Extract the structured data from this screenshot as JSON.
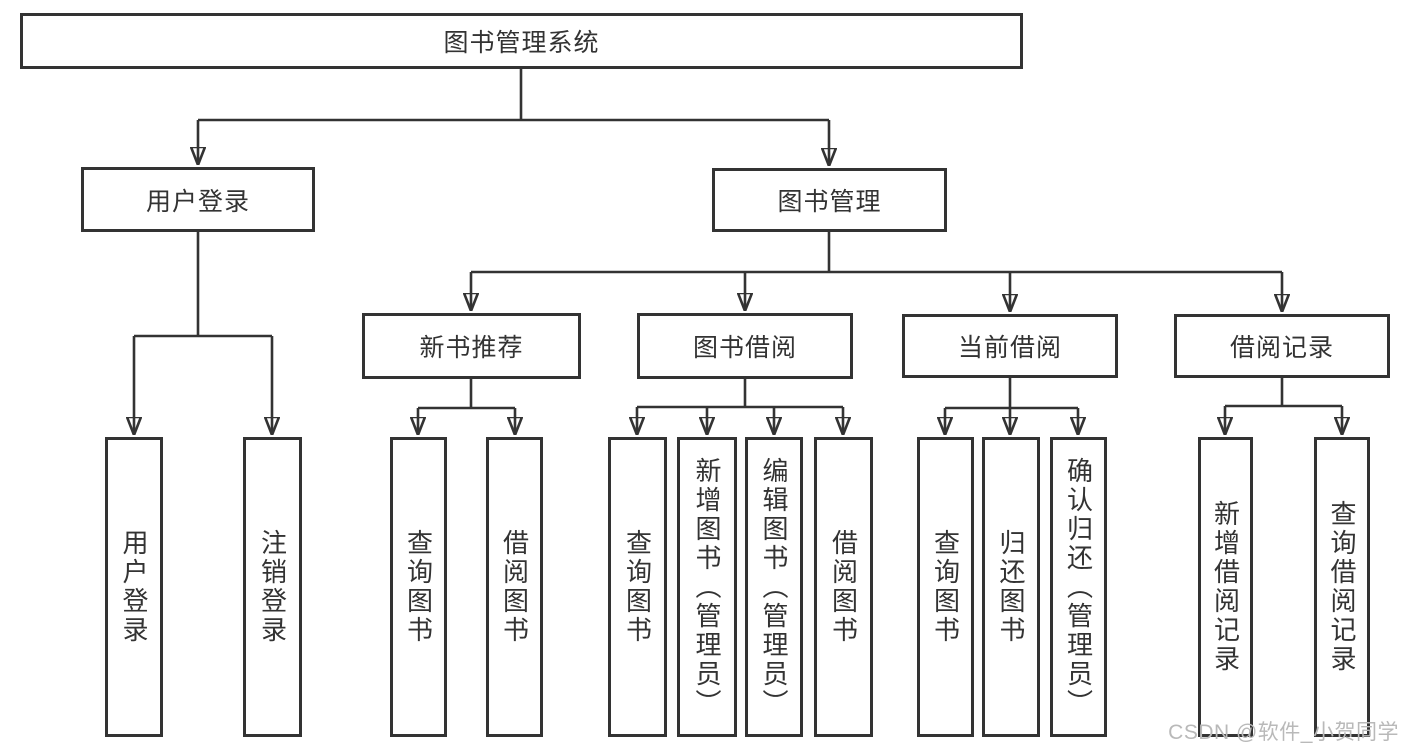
{
  "diagram": {
    "type": "hierarchy-tree",
    "root": {
      "label": "图书管理系统"
    },
    "level2": [
      {
        "label": "用户登录"
      },
      {
        "label": "图书管理"
      }
    ],
    "level3": [
      {
        "label": "新书推荐"
      },
      {
        "label": "图书借阅"
      },
      {
        "label": "当前借阅"
      },
      {
        "label": "借阅记录"
      }
    ],
    "leaves": {
      "user_login": [
        {
          "label": "用户登录"
        },
        {
          "label": "注销登录"
        }
      ],
      "new_book": [
        {
          "label": "查询图书"
        },
        {
          "label": "借阅图书"
        }
      ],
      "book_borrow": [
        {
          "label": "查询图书"
        },
        {
          "label": "新增图书（管理员）"
        },
        {
          "label": "编辑图书（管理员）"
        },
        {
          "label": "借阅图书"
        }
      ],
      "current_borrow": [
        {
          "label": "查询图书"
        },
        {
          "label": "归还图书"
        },
        {
          "label": "确认归还（管理员）"
        }
      ],
      "borrow_record": [
        {
          "label": "新增借阅记录"
        },
        {
          "label": "查询借阅记录"
        }
      ]
    }
  },
  "colors": {
    "line": "#333333",
    "text": "#333333",
    "background": "#ffffff",
    "watermark": "#b9b9b9"
  },
  "watermark": "CSDN @软件_小贺同学"
}
